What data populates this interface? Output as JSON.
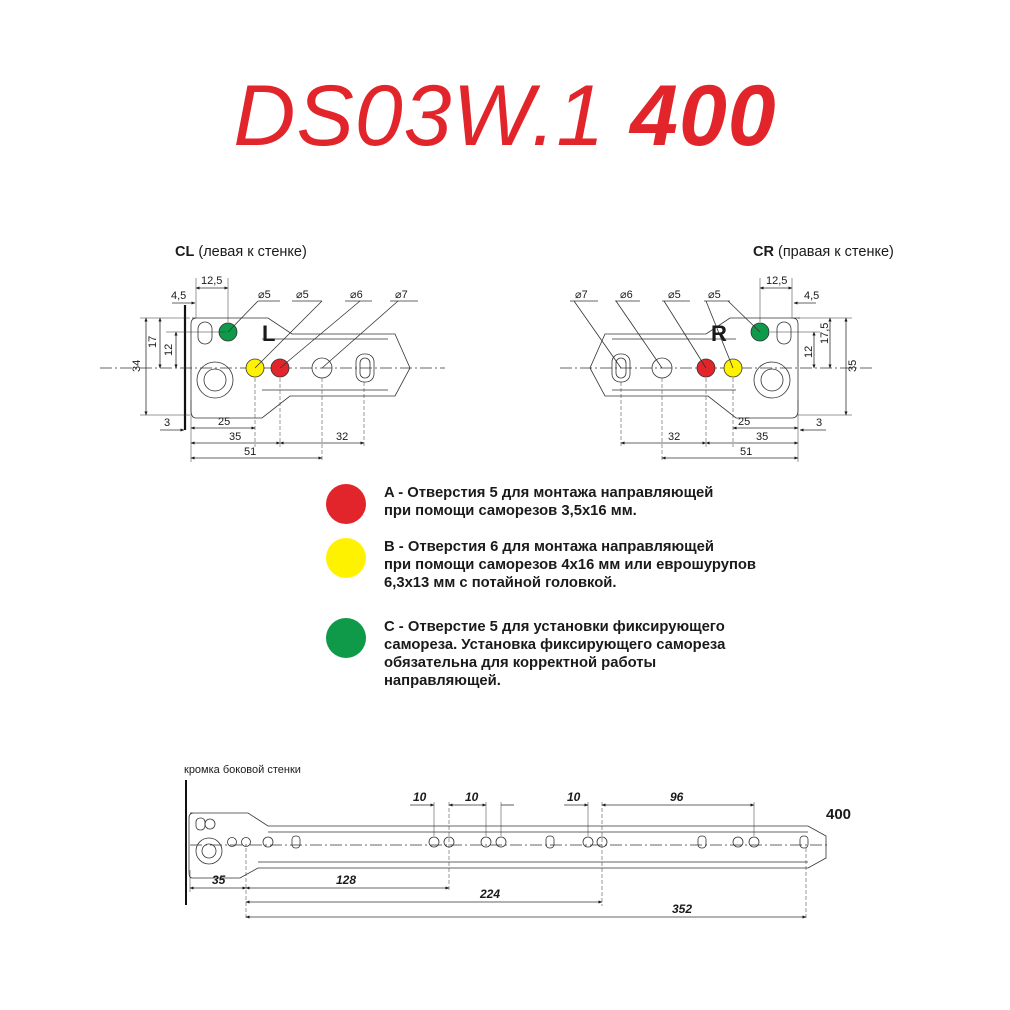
{
  "title": {
    "model": "DS03W.1",
    "length": "400",
    "color": "#e2242b"
  },
  "left_view": {
    "caption_code": "CL",
    "caption_text": "(левая к стенке)",
    "mark": "L",
    "dims": {
      "d12_5": "12,5",
      "d4_5": "4,5",
      "d5a": "⌀5",
      "d5b": "⌀5",
      "d6": "⌀6",
      "d7": "⌀7",
      "d34": "34",
      "d17": "17",
      "d12": "12",
      "d3": "3",
      "d25": "25",
      "d35": "35",
      "d32": "32",
      "d51": "51"
    }
  },
  "right_view": {
    "caption_code": "CR",
    "caption_text": "(правая к стенке)",
    "mark": "R",
    "dims": {
      "d12_5": "12,5",
      "d4_5": "4,5",
      "d7": "⌀7",
      "d6": "⌀6",
      "d5a": "⌀5",
      "d5b": "⌀5",
      "d12": "12",
      "d17_5": "17,5",
      "d35": "35",
      "d32": "32",
      "d25": "25",
      "d35b": "35",
      "d3": "3",
      "d51": "51"
    }
  },
  "legend": [
    {
      "color": "#e2242b",
      "text": "A - Отверстия 5 для монтажа направляющей\nпри помощи саморезов 3,5х16 мм."
    },
    {
      "color": "#fff200",
      "text": "B - Отверстия 6 для монтажа направляющей\nпри помощи саморезов 4х16 мм или еврошурупов\n6,3х13 мм с потайной головкой."
    },
    {
      "color": "#0e9a48",
      "text": "C - Отверстие 5 для установки фиксирующего\nсамореза. Установка фиксирующего самореза\nобязательна для корректной работы\nнаправляющей."
    }
  ],
  "bottom_view": {
    "edge_label": "кромка боковой стенки",
    "length_label": "400",
    "dims": {
      "d10a": "10",
      "d10b": "10",
      "d10c": "10",
      "d96": "96",
      "d35": "35",
      "d128": "128",
      "d224": "224",
      "d352": "352"
    }
  }
}
